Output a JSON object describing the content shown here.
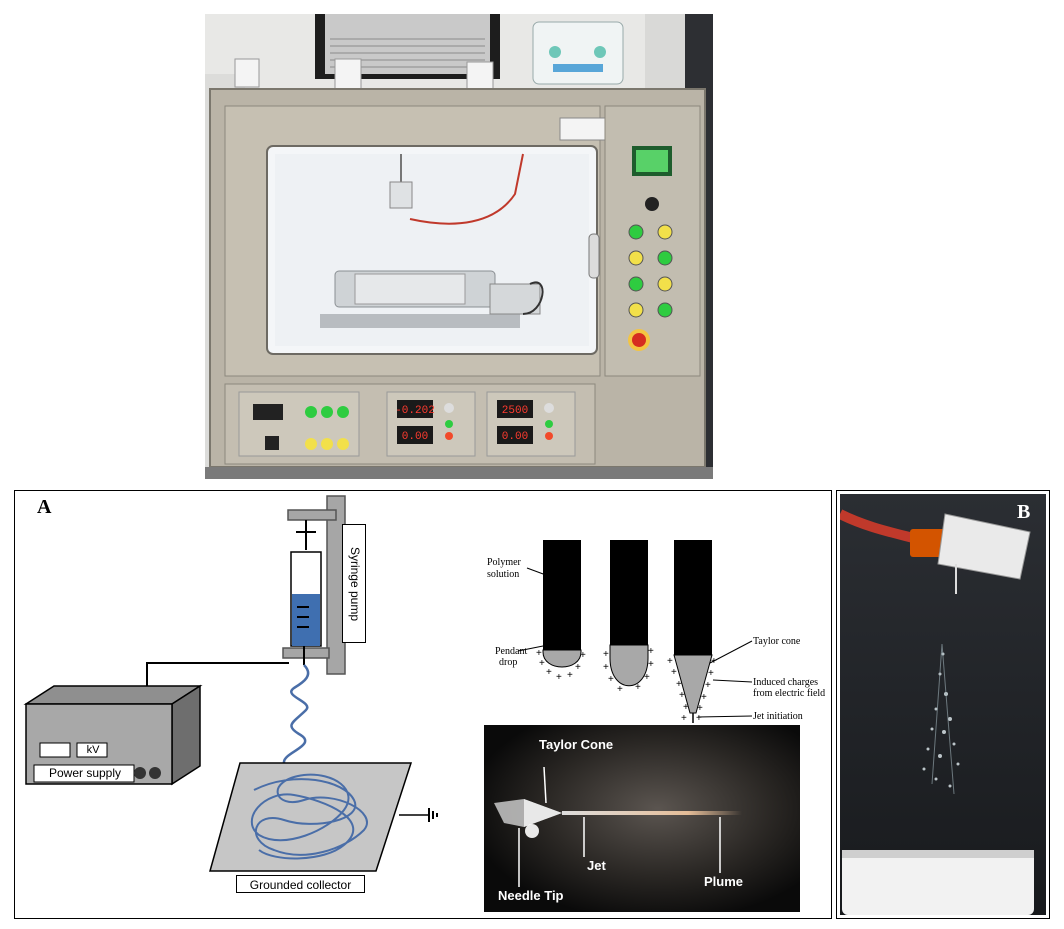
{
  "photo": {
    "panel_tag": "",
    "displays": {
      "top_left": "-0.202",
      "bottom_left": "0.00",
      "top_right": "2500",
      "bottom_right": "0.00"
    }
  },
  "panel_a": {
    "tag": "A",
    "syringe_pump_label": "Syringe pump",
    "power_display": "kV",
    "power_supply_label": "Power supply",
    "collector_label": "Grounded collector",
    "cone_labels": {
      "polymer_solution_1": "Polymer",
      "polymer_solution_2": "solution",
      "pendant_drop_1": "Pendant",
      "pendant_drop_2": "drop",
      "taylor_cone": "Taylor cone",
      "induced_1": "Induced charges",
      "induced_2": "from electric field",
      "jet_initiation": "Jet initiation"
    },
    "photo_labels": {
      "taylor_cone": "Taylor Cone",
      "jet": "Jet",
      "needle_tip": "Needle Tip",
      "plume": "Plume"
    }
  },
  "panel_b": {
    "tag": "B"
  },
  "colors": {
    "solution_blue": "#3f6fb0",
    "fiber_blue": "#4a6ea8",
    "cabinet_steel": "#b8b2a4",
    "led_green": "#2ecc40",
    "led_yellow": "#f2e04a",
    "display_red": "#ff3b2f"
  }
}
